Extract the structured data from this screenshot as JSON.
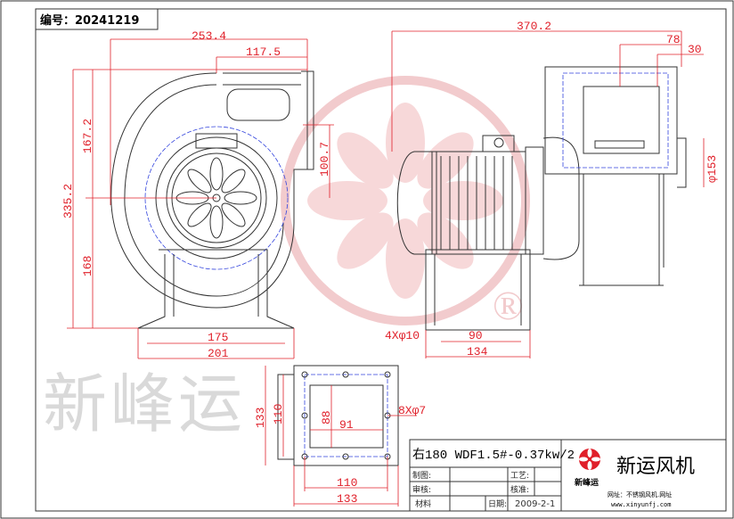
{
  "header": {
    "serial_label": "编号：20241219"
  },
  "dimensions": {
    "d253": "253.4",
    "d117": "117.5",
    "d167": "167.2",
    "d335": "335.2",
    "d168": "168",
    "d100": "100.7",
    "d175": "175",
    "d201": "201",
    "d370": "370.2",
    "d78": "78",
    "d30": "30",
    "d153": "φ153",
    "d4x10": "4Xφ10",
    "d90": "90",
    "d134": "134",
    "d133v": "133",
    "d110v": "110",
    "d88": "88",
    "d91": "91",
    "d8x7": "8Xφ7",
    "d110h": "110",
    "d133h": "133"
  },
  "watermark": {
    "text": "新峰运",
    "registered": "®",
    "color": "#e8a0a4"
  },
  "title_block": {
    "model": "右180 WDF1.5#-0.37kw/2",
    "drawn_label": "制图:",
    "process_label": "工艺:",
    "review_label": "审核:",
    "approve_label": "核准:",
    "material_label": "材料",
    "date_label": "日期:",
    "date_value": "2009-2-1",
    "logo_small": "新峰运",
    "company": "新运风机",
    "site_label": "网址：不锈钢风机.网址",
    "url": "www.xinyunfj.com"
  },
  "colors": {
    "dimension": "#e0202a",
    "hidden_line": "#3344dd",
    "line": "#333333"
  }
}
